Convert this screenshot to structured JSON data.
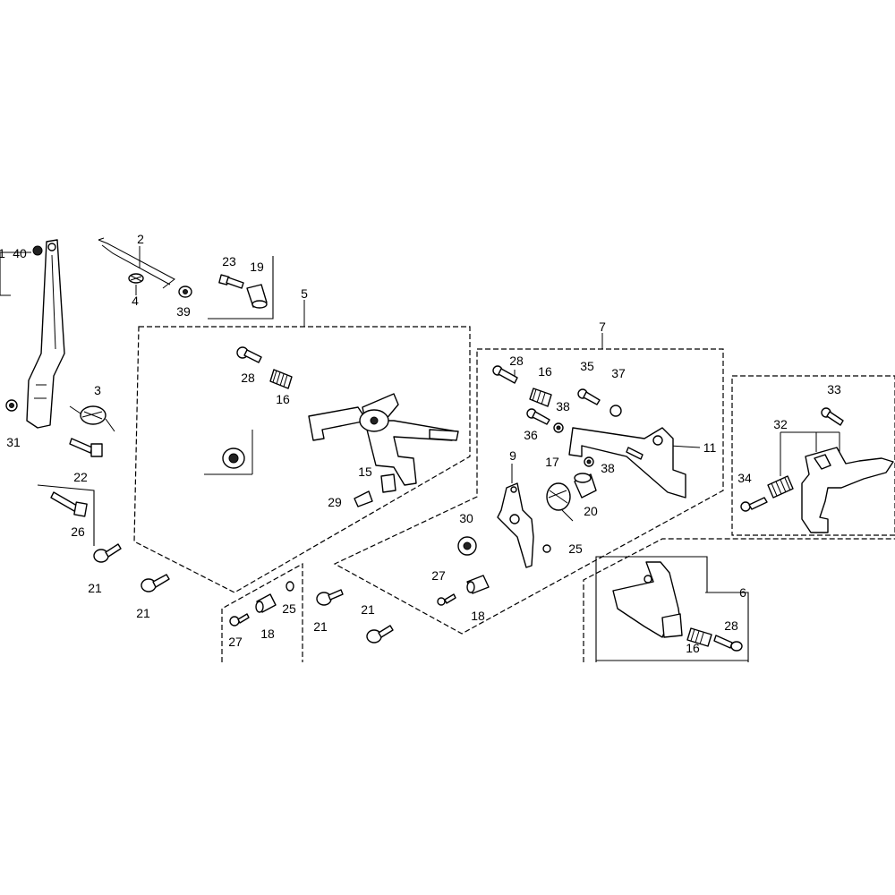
{
  "callouts": {
    "c1": "1",
    "c40": "40",
    "c2": "2",
    "c4": "4",
    "c39": "39",
    "c23": "23",
    "c19": "19",
    "c5": "5",
    "c3": "3",
    "c31": "31",
    "c22": "22",
    "c26": "26",
    "c21a": "21",
    "c21b": "21",
    "c28a": "28",
    "c16a": "16",
    "c15": "15",
    "c29": "29",
    "c27a": "27",
    "c18a": "18",
    "c25a": "25",
    "c21c": "21",
    "c21d": "21",
    "c7": "7",
    "c28b": "28",
    "c16b": "16",
    "c35": "35",
    "c37": "37",
    "c38a": "38",
    "c36": "36",
    "c11": "11",
    "c38b": "38",
    "c9": "9",
    "c17": "17",
    "c20": "20",
    "c30": "30",
    "c25b": "25",
    "c27b": "27",
    "c18b": "18",
    "c33": "33",
    "c32": "32",
    "c34": "34",
    "c6": "6",
    "c28c": "28",
    "c16c": "16"
  }
}
